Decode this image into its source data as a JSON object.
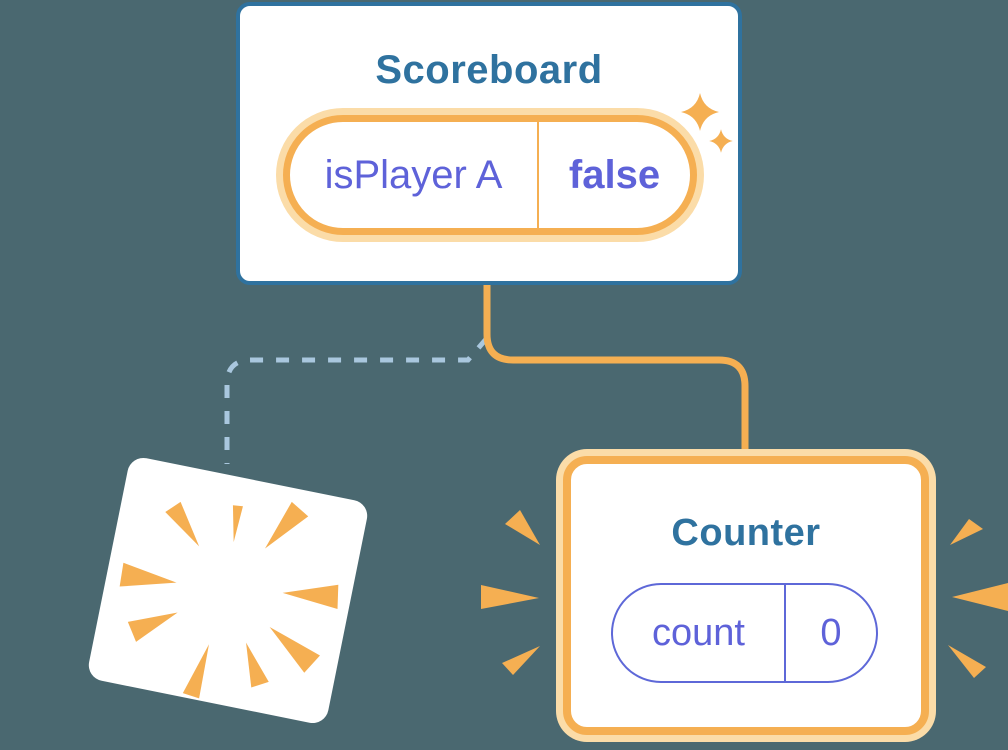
{
  "colors": {
    "background": "#4A6870",
    "blue": "#2F729F",
    "orange": "#F5AF52",
    "orange_halo": "#FBDCA8",
    "purple": "#5E62D9",
    "pill_purple": "#5E68D8",
    "dashed_blue": "#A9C7DE",
    "card_white": "#FFFFFF"
  },
  "scoreboard": {
    "title": "Scoreboard",
    "state": {
      "name": "isPlayer A",
      "value": "false"
    }
  },
  "counter": {
    "title": "Counter",
    "state": {
      "name": "count",
      "value": "0"
    }
  },
  "icons": {
    "sparkles": "sparkles-icon",
    "burst": "burst-icon",
    "emphasis_left": "emphasis-rays-left-icon",
    "emphasis_right": "emphasis-rays-right-icon"
  }
}
